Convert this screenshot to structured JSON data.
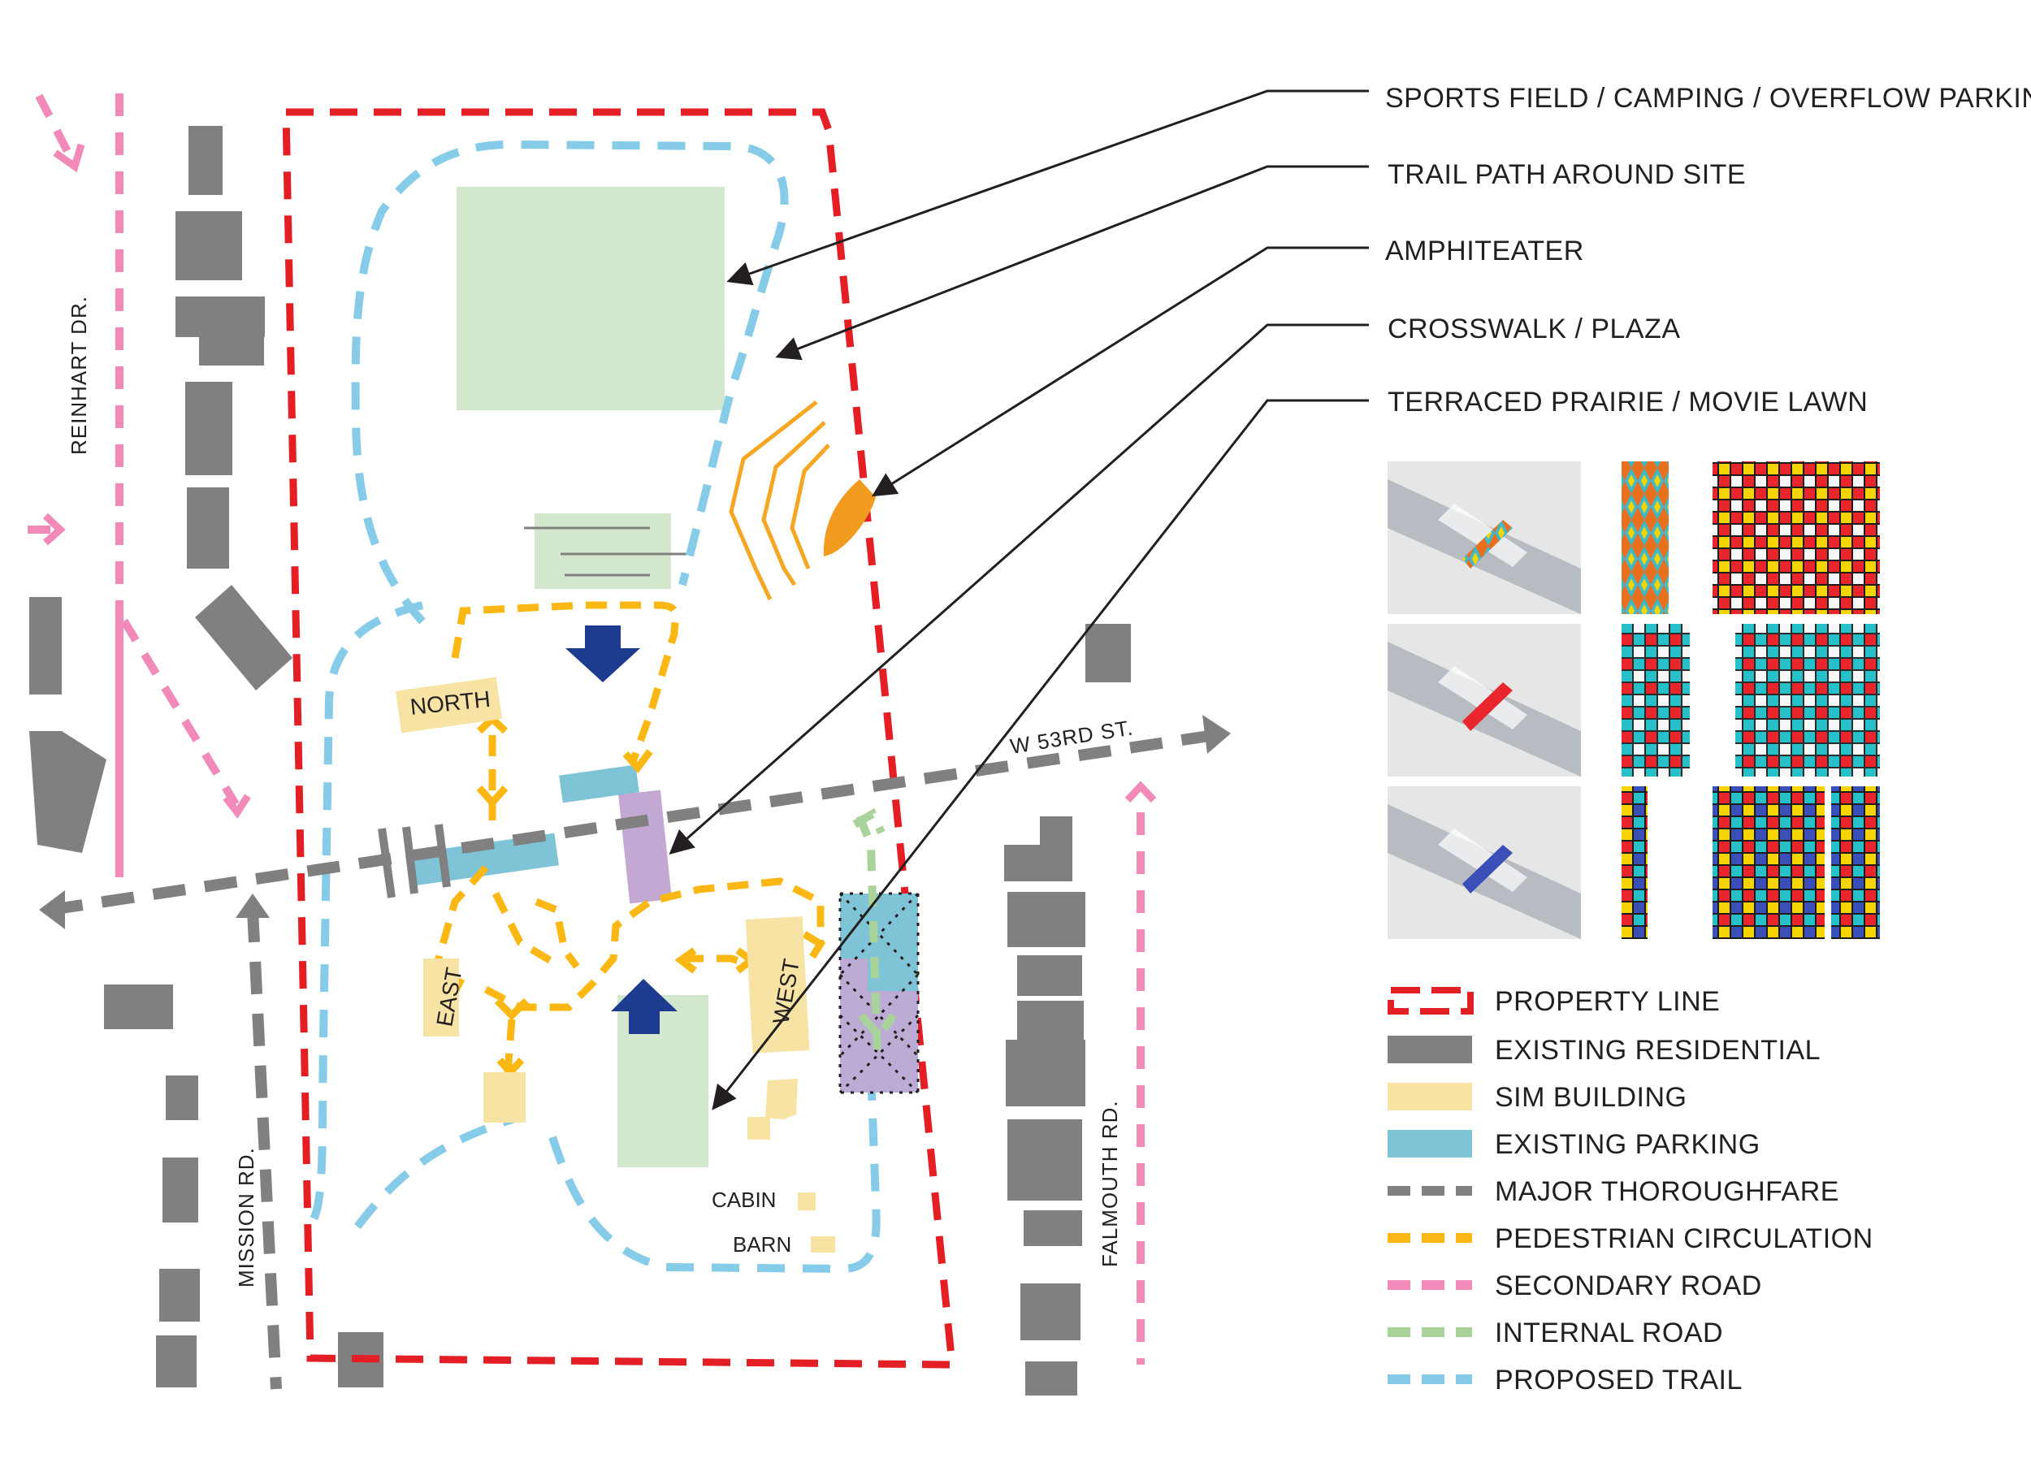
{
  "callouts": {
    "sports_field": "SPORTS FIELD / CAMPING / OVERFLOW PARKING",
    "trail_path": "TRAIL PATH AROUND SITE",
    "amphitheater": "AMPHITEATER",
    "crosswalk": "CROSSWALK / PLAZA",
    "terraced_prairie": "TERRACED PRAIRIE / MOVIE LAWN"
  },
  "streets": {
    "reinhart": "REINHART DR.",
    "w53rd": "W 53RD ST.",
    "mission": "MISSION RD.",
    "falmouth": "FALMOUTH RD."
  },
  "buildings": {
    "north": "NORTH",
    "east": "EAST",
    "west": "WEST",
    "cabin": "CABIN",
    "barn": "BARN"
  },
  "legend": [
    {
      "label": "PROPERTY LINE",
      "color": "#e31e24",
      "style": "box-dashed"
    },
    {
      "label": "EXISTING RESIDENTIAL",
      "color": "#808080",
      "style": "solid"
    },
    {
      "label": "SIM BUILDING",
      "color": "#f7e3a3",
      "style": "solid"
    },
    {
      "label": "EXISTING PARKING",
      "color": "#7fc4d6",
      "style": "solid"
    },
    {
      "label": "MAJOR THOROUGHFARE",
      "color": "#808080",
      "style": "dashed"
    },
    {
      "label": "PEDESTRIAN CIRCULATION",
      "color": "#fbb814",
      "style": "dashed"
    },
    {
      "label": "SECONDARY ROAD",
      "color": "#f18ab8",
      "style": "dashed"
    },
    {
      "label": "INTERNAL ROAD",
      "color": "#a9d39a",
      "style": "dashed"
    },
    {
      "label": "PROPOSED TRAIL",
      "color": "#86cbe7",
      "style": "dashed"
    }
  ],
  "colors": {
    "property_line": "#e31e24",
    "residential": "#808080",
    "sim_building": "#f7e3a3",
    "parking": "#7fc4d6",
    "thoroughfare": "#808080",
    "pedestrian": "#fbb814",
    "secondary_road": "#f18ab8",
    "internal_road": "#a9d39a",
    "trail": "#86cbe7",
    "green_space": "#d3e7cf",
    "plaza": "#c3a8d4",
    "amphitheater": "#f29c1f",
    "arrow_blue": "#1d3b8f"
  }
}
